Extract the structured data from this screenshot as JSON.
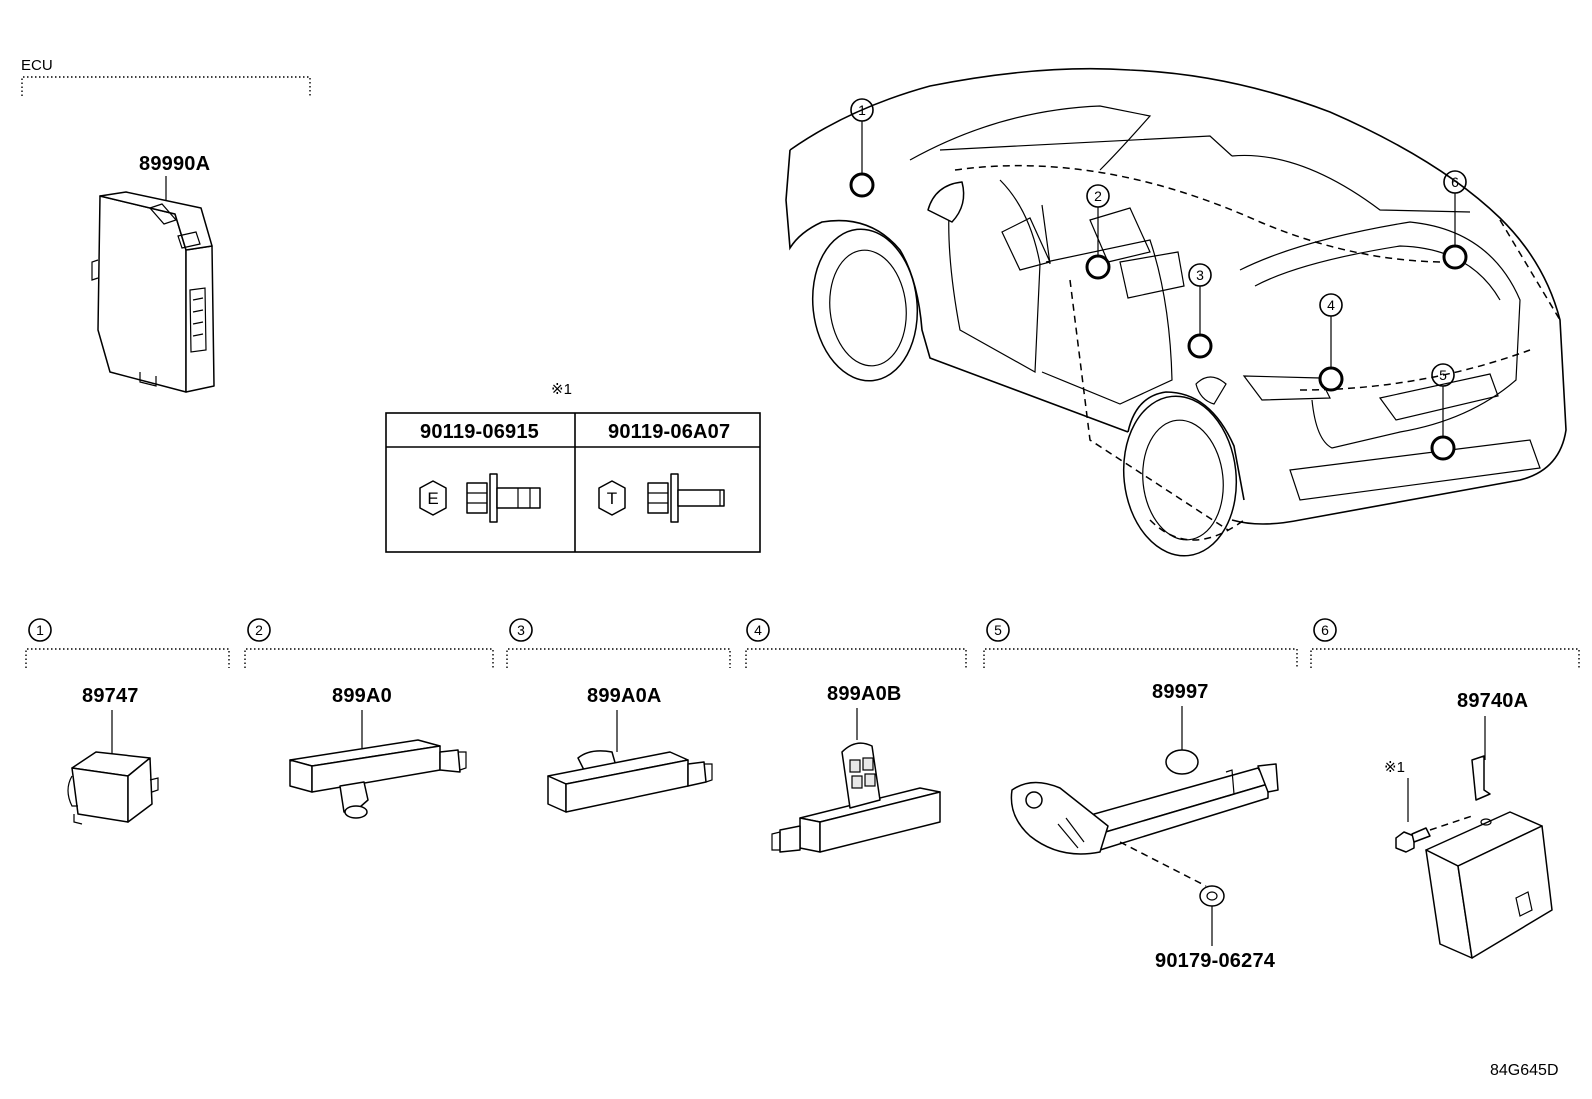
{
  "ecu": {
    "group_label": "ECU",
    "part_number": "89990A"
  },
  "bolt_table": {
    "note_mark": "※1",
    "columns": [
      {
        "part_number": "90119-06915",
        "marking": "E"
      },
      {
        "part_number": "90119-06A07",
        "marking": "T"
      }
    ]
  },
  "vehicle_callouts": [
    "1",
    "2",
    "3",
    "4",
    "5",
    "6"
  ],
  "groups": [
    {
      "index": "1",
      "parts": [
        "89747"
      ]
    },
    {
      "index": "2",
      "parts": [
        "899A0"
      ]
    },
    {
      "index": "3",
      "parts": [
        "899A0A"
      ]
    },
    {
      "index": "4",
      "parts": [
        "899A0B"
      ]
    },
    {
      "index": "5",
      "parts": [
        "89997",
        "90179-06274"
      ]
    },
    {
      "index": "6",
      "parts": [
        "89740A"
      ],
      "note_mark": "※1"
    }
  ],
  "figure_code": "84G645D"
}
